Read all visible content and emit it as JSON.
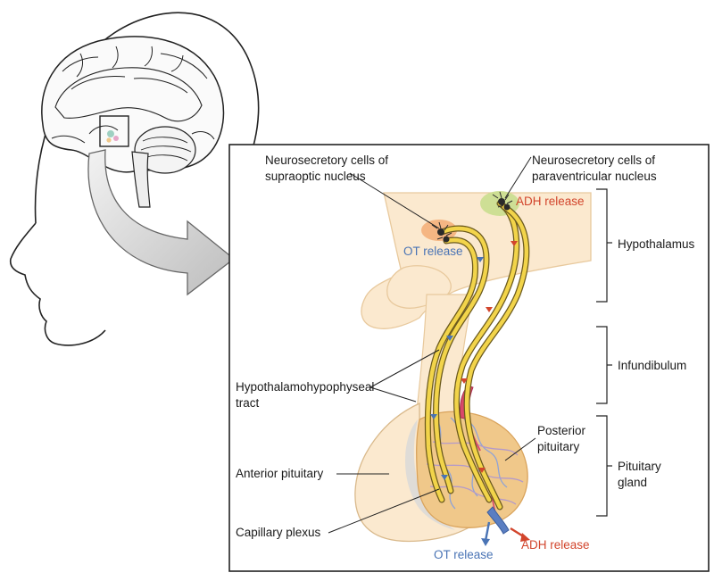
{
  "labels": {
    "supraoptic_line1": "Neurosecretory cells of",
    "supraoptic_line2": "supraoptic nucleus",
    "paraventricular_line1": "Neurosecretory cells of",
    "paraventricular_line2": "paraventricular nucleus",
    "adh_release_top": "ADH release",
    "ot_release_top": "OT release",
    "hypothalamus": "Hypothalamus",
    "infundibulum": "Infundibulum",
    "tract_line1": "Hypothalamohypophyseal",
    "tract_line2": "tract",
    "posterior_line1": "Posterior",
    "posterior_line2": "pituitary",
    "pituitary_gland_line1": "Pituitary",
    "pituitary_gland_line2": "gland",
    "anterior_pituitary": "Anterior pituitary",
    "capillary_plexus": "Capillary plexus",
    "ot_release_bottom": "OT release",
    "adh_release_bottom": "ADH release"
  },
  "colors": {
    "ot": "#4a74b5",
    "adh": "#d2452c",
    "tissue": "#fbe9cf",
    "posterior": "#f0c88a",
    "anterior": "#fbe9cf",
    "axon": "#f2d44a",
    "supraoptic_blob": "#f4b07a",
    "paraventricular_blob": "#c9de8e",
    "vessel_blue": "#8fa3d6",
    "vessel_red": "#d9486a"
  }
}
